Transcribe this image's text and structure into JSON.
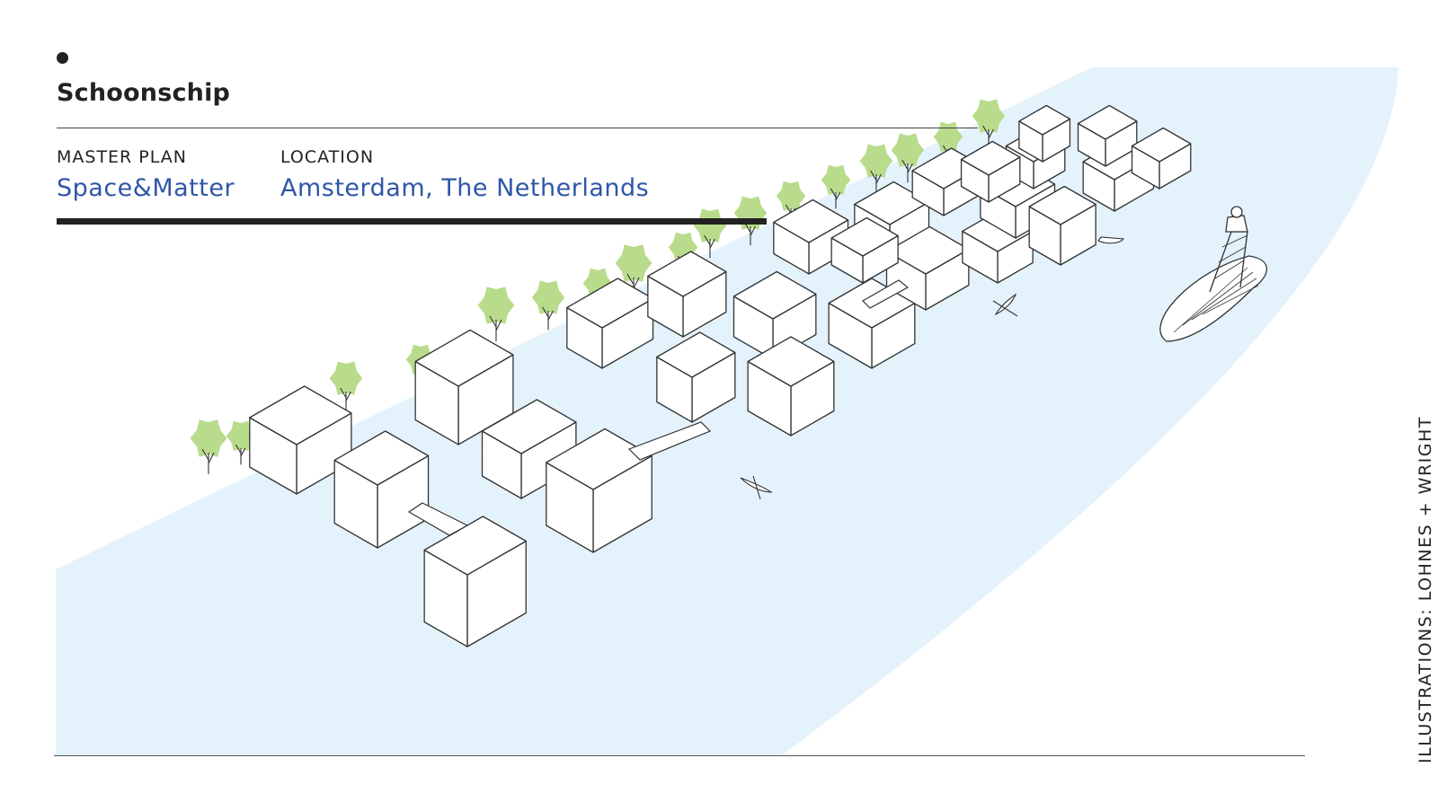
{
  "header": {
    "title": "Schoonschip"
  },
  "meta": {
    "master_plan_label": "MASTER PLAN",
    "master_plan_value": "Space&Matter",
    "location_label": "LOCATION",
    "location_value": "Amsterdam, The Netherlands"
  },
  "credit": "ILLUSTRATIONS: LOHNES + WRIGHT",
  "colors": {
    "water": "#e4f2fc",
    "tree": "#b9dc8c",
    "accent_text": "#2e56a8",
    "line": "#333333"
  }
}
